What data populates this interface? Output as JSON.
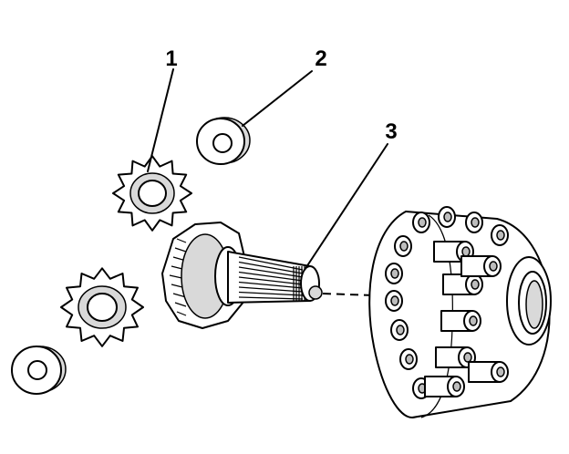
{
  "figure": {
    "callouts": [
      {
        "id": "1",
        "label": "1"
      },
      {
        "id": "2",
        "label": "2"
      },
      {
        "id": "3",
        "label": "3"
      }
    ]
  }
}
